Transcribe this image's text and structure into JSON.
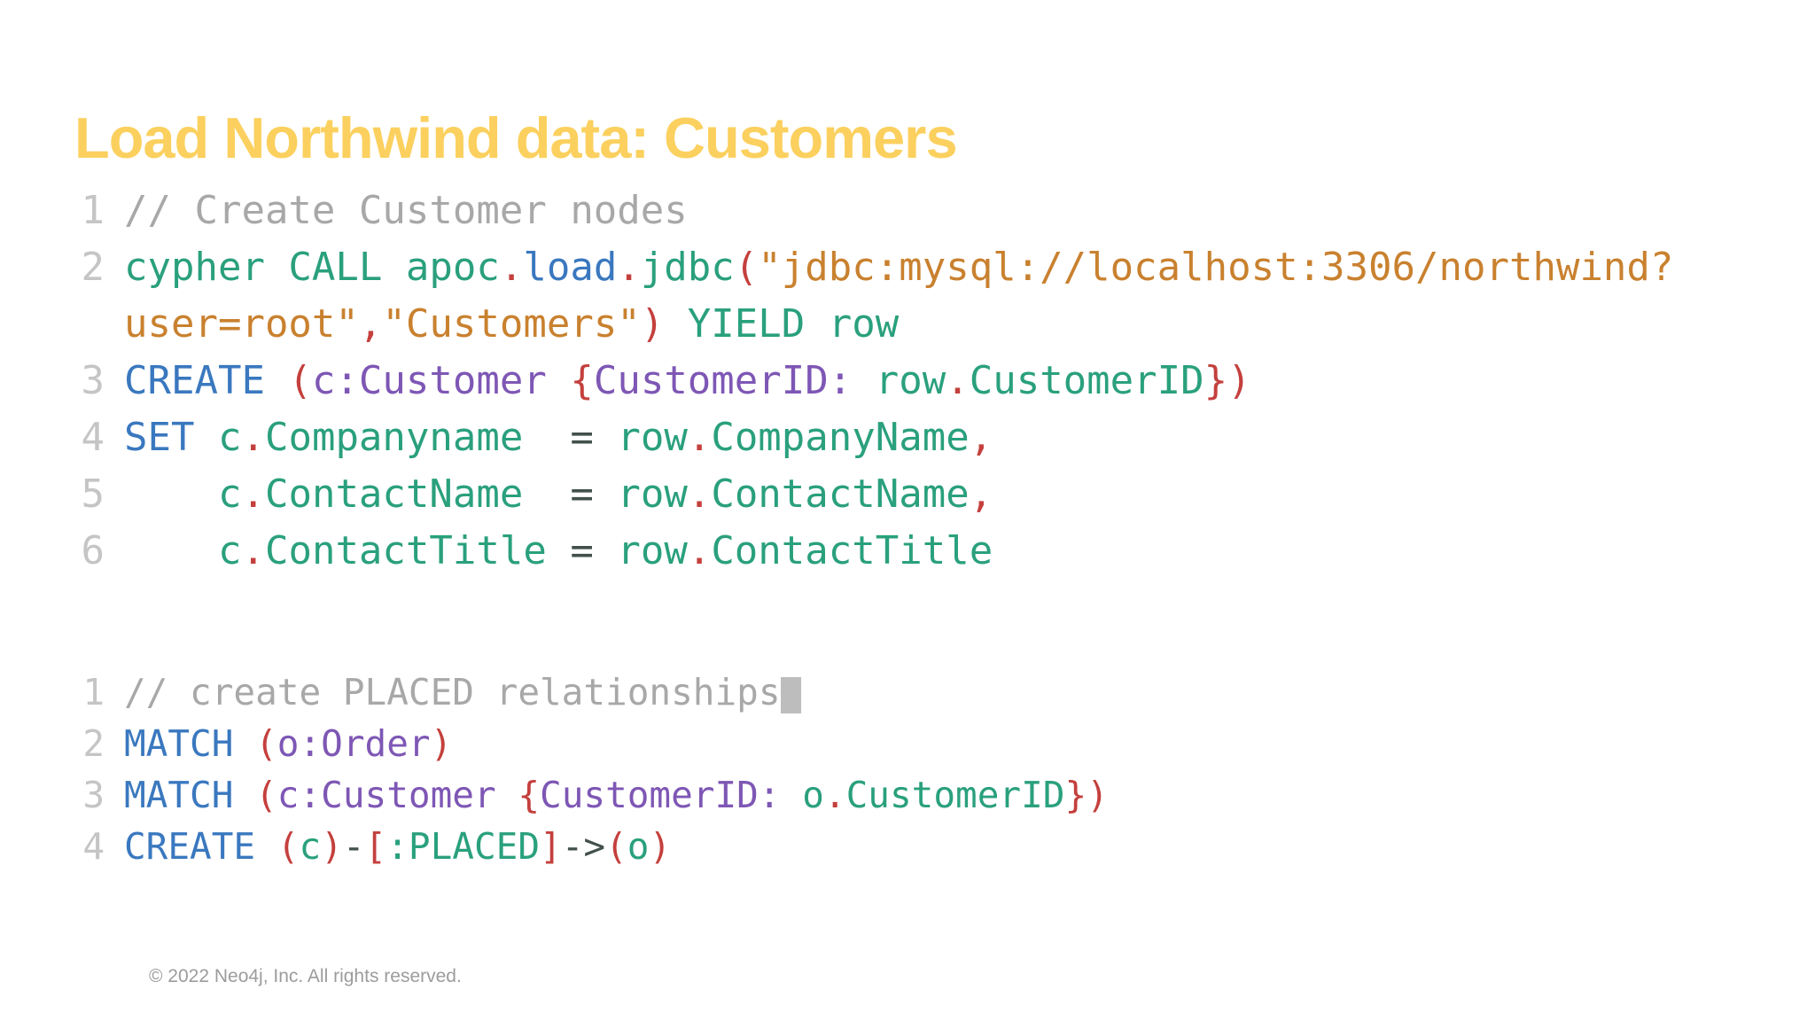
{
  "title": {
    "text": "Load Northwind data: Customers"
  },
  "palette": {
    "title": "#fbd05e",
    "gutter": "#c5c5c5",
    "cm": "#a8a8a8",
    "kw": "#3a78bf",
    "fn": "#2aa07d",
    "str": "#c9812f",
    "pn": "#c4403d",
    "lb": "#7e57b5",
    "op": "#42504b",
    "cursor": "#bdbdbd",
    "footer": "#9c9c9c"
  },
  "code_blocks": [
    {
      "id": "create-customer-nodes",
      "lines": [
        {
          "n": "1",
          "tokens": [
            [
              "cm",
              "// Create Customer nodes"
            ]
          ]
        },
        {
          "n": "2",
          "tokens": [
            [
              "fn",
              "cypher CALL apoc"
            ],
            [
              "pn",
              "."
            ],
            [
              "kw",
              "load"
            ],
            [
              "pn",
              "."
            ],
            [
              "fn",
              "jdbc"
            ],
            [
              "pn",
              "("
            ],
            [
              "str",
              "\"jdbc:mysql://localhost:3306/northwind?"
            ]
          ]
        },
        {
          "n": "",
          "tokens": [
            [
              "str",
              "user=root\""
            ],
            [
              "pn",
              ","
            ],
            [
              "str",
              "\"Customers\""
            ],
            [
              "pn",
              ")"
            ],
            [
              "fn",
              " YIELD row"
            ]
          ]
        },
        {
          "n": "3",
          "tokens": [
            [
              "kw",
              "CREATE "
            ],
            [
              "pn",
              "("
            ],
            [
              "lb",
              "c:Customer "
            ],
            [
              "pn",
              "{"
            ],
            [
              "lb",
              "CustomerID:"
            ],
            [
              "fn",
              " row"
            ],
            [
              "pn",
              "."
            ],
            [
              "fn",
              "CustomerID"
            ],
            [
              "pn",
              "})"
            ]
          ]
        },
        {
          "n": "4",
          "tokens": [
            [
              "kw",
              "SET "
            ],
            [
              "fn",
              "c"
            ],
            [
              "pn",
              "."
            ],
            [
              "fn",
              "Companyname"
            ],
            [
              "op",
              "  ="
            ],
            [
              "fn",
              " row"
            ],
            [
              "pn",
              "."
            ],
            [
              "fn",
              "CompanyName"
            ],
            [
              "pn",
              ","
            ]
          ]
        },
        {
          "n": "5",
          "tokens": [
            [
              "pl",
              "    "
            ],
            [
              "fn",
              "c"
            ],
            [
              "pn",
              "."
            ],
            [
              "fn",
              "ContactName"
            ],
            [
              "op",
              "  ="
            ],
            [
              "fn",
              " row"
            ],
            [
              "pn",
              "."
            ],
            [
              "fn",
              "ContactName"
            ],
            [
              "pn",
              ","
            ]
          ]
        },
        {
          "n": "6",
          "tokens": [
            [
              "pl",
              "    "
            ],
            [
              "fn",
              "c"
            ],
            [
              "pn",
              "."
            ],
            [
              "fn",
              "ContactTitle"
            ],
            [
              "op",
              " ="
            ],
            [
              "fn",
              " row"
            ],
            [
              "pn",
              "."
            ],
            [
              "fn",
              "ContactTitle"
            ]
          ]
        }
      ]
    },
    {
      "id": "create-placed-relationships",
      "lines": [
        {
          "n": "1",
          "tokens": [
            [
              "cm",
              "// create PLACED relationships"
            ],
            [
              "cur",
              " "
            ]
          ]
        },
        {
          "n": "2",
          "tokens": [
            [
              "kw",
              "MATCH "
            ],
            [
              "pn",
              "("
            ],
            [
              "lb",
              "o:Order"
            ],
            [
              "pn",
              ")"
            ]
          ]
        },
        {
          "n": "3",
          "tokens": [
            [
              "kw",
              "MATCH "
            ],
            [
              "pn",
              "("
            ],
            [
              "lb",
              "c:Customer "
            ],
            [
              "pn",
              "{"
            ],
            [
              "lb",
              "CustomerID:"
            ],
            [
              "fn",
              " o"
            ],
            [
              "pn",
              "."
            ],
            [
              "fn",
              "CustomerID"
            ],
            [
              "pn",
              "})"
            ]
          ]
        },
        {
          "n": "4",
          "tokens": [
            [
              "kw",
              "CREATE "
            ],
            [
              "pn",
              "("
            ],
            [
              "fn",
              "c"
            ],
            [
              "pn",
              ")"
            ],
            [
              "op",
              "-"
            ],
            [
              "pn",
              "["
            ],
            [
              "fn",
              ":PLACED"
            ],
            [
              "pn",
              "]"
            ],
            [
              "op",
              "->"
            ],
            [
              "pn",
              "("
            ],
            [
              "fn",
              "o"
            ],
            [
              "pn",
              ")"
            ]
          ]
        }
      ]
    }
  ],
  "footer": {
    "copyright": "© 2022 Neo4j, Inc. All rights reserved."
  }
}
